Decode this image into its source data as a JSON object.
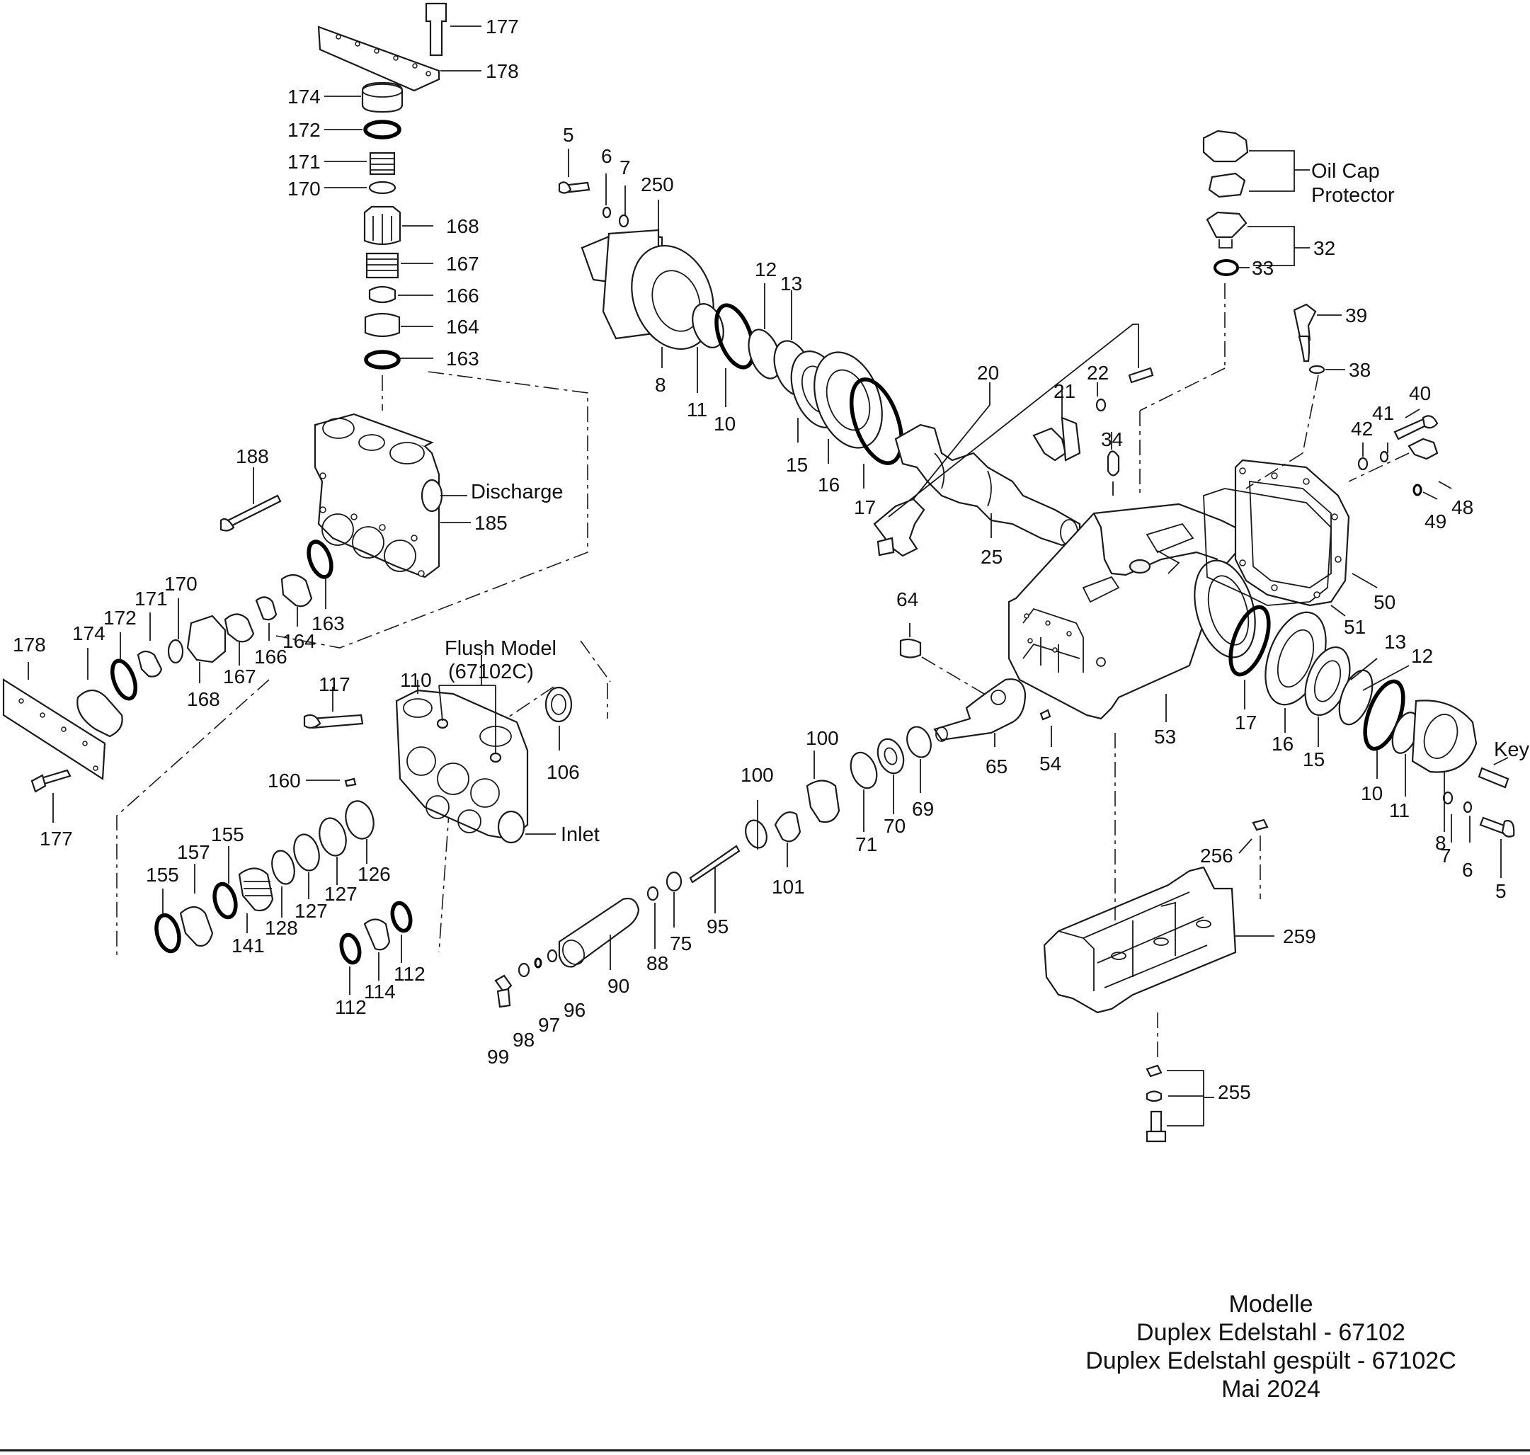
{
  "labels": {
    "l_177a": "177",
    "l_178a": "178",
    "l_174a": "174",
    "l_172a": "172",
    "l_171a": "171",
    "l_170a": "170",
    "l_168a": "168",
    "l_167a": "167",
    "l_166a": "166",
    "l_164a": "164",
    "l_163a": "163",
    "l_188": "188",
    "l_discharge": "Discharge",
    "l_185": "185",
    "l_178b": "178",
    "l_174b": "174",
    "l_172b": "172",
    "l_171b": "171",
    "l_170b": "170",
    "l_168b": "168",
    "l_167b": "167",
    "l_166b": "166",
    "l_164b": "164",
    "l_163b": "163",
    "l_177b": "177",
    "l_flush1": "Flush Model",
    "l_flush2": "(67102C)",
    "l_110": "110",
    "l_117": "117",
    "l_106": "106",
    "l_160": "160",
    "l_inlet": "Inlet",
    "l_155a": "155",
    "l_157": "157",
    "l_155b": "155",
    "l_141": "141",
    "l_128": "128",
    "l_127a": "127",
    "l_127b": "127",
    "l_126": "126",
    "l_112a": "112",
    "l_114": "114",
    "l_112b": "112",
    "l_99": "99",
    "l_98": "98",
    "l_97": "97",
    "l_96": "96",
    "l_90": "90",
    "l_88": "88",
    "l_75": "75",
    "l_95": "95",
    "l_100a": "100",
    "l_100b": "100",
    "l_101": "101",
    "l_71": "71",
    "l_70": "70",
    "l_69": "69",
    "l_64": "64",
    "l_65": "65",
    "l_54": "54",
    "l_53": "53",
    "l_5a": "5",
    "l_6a": "6",
    "l_7a": "7",
    "l_250": "250",
    "l_8a": "8",
    "l_11a": "11",
    "l_10a": "10",
    "l_12a": "12",
    "l_13a": "13",
    "l_15a": "15",
    "l_16a": "16",
    "l_17a": "17",
    "l_20": "20",
    "l_21": "21",
    "l_22": "22",
    "l_25": "25",
    "l_34": "34",
    "l_oilcap1": "Oil Cap",
    "l_oilcap2": "Protector",
    "l_32": "32",
    "l_33": "33",
    "l_39": "39",
    "l_38": "38",
    "l_40": "40",
    "l_41": "41",
    "l_42": "42",
    "l_48": "48",
    "l_49": "49",
    "l_50": "50",
    "l_51": "51",
    "l_17b": "17",
    "l_16b": "16",
    "l_15b": "15",
    "l_13b": "13",
    "l_12b": "12",
    "l_10b": "10",
    "l_11b": "11",
    "l_key": "Key",
    "l_8b": "8",
    "l_7b": "7",
    "l_6b": "6",
    "l_5b": "5",
    "l_256": "256",
    "l_259": "259",
    "l_255": "255"
  },
  "model_info": {
    "line1": "Modelle",
    "line2": "Duplex Edelstahl - 67102",
    "line3": "Duplex Edelstahl gespült - 67102C",
    "line4": "Mai 2024"
  }
}
